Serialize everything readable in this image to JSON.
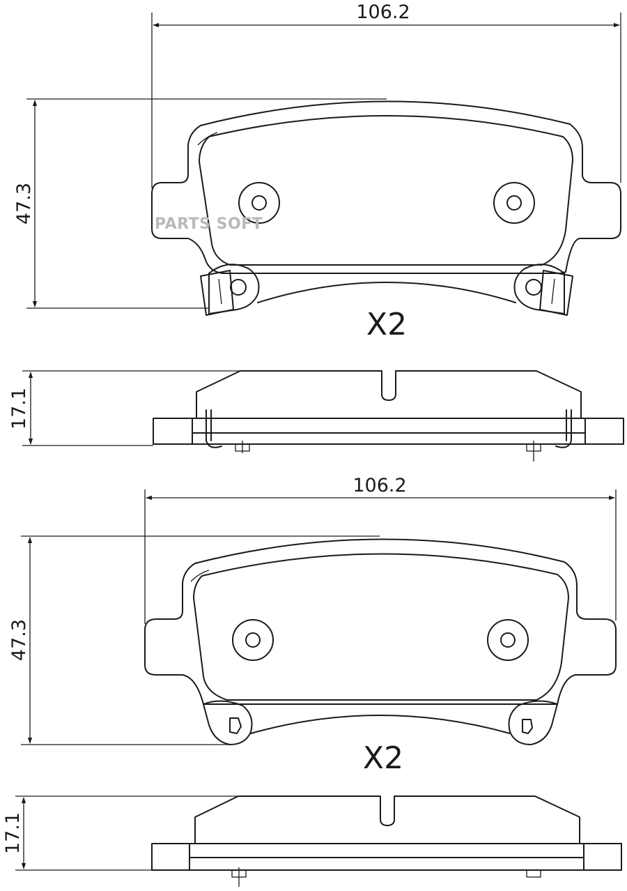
{
  "watermark": "PARTS SOFT",
  "views": [
    {
      "width_label": "106.2",
      "height_label": "47.3",
      "quantity_label": "X2",
      "thickness_label": "17.1"
    },
    {
      "width_label": "106.2",
      "height_label": "47.3",
      "quantity_label": "X2",
      "thickness_label": "17.1"
    }
  ]
}
